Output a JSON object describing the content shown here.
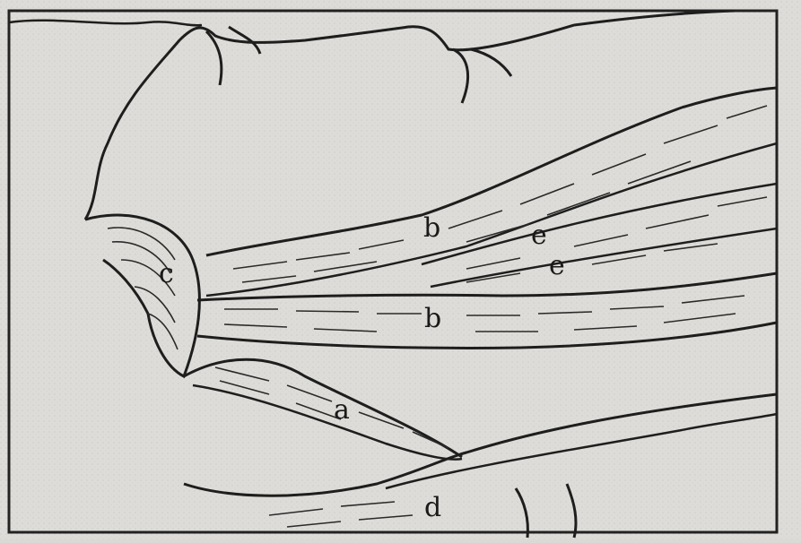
{
  "labels": {
    "b_upper": "b",
    "b_lower": "b",
    "e_upper": "e",
    "e_lower": "e",
    "c": "c",
    "a": "a",
    "d": "d"
  }
}
